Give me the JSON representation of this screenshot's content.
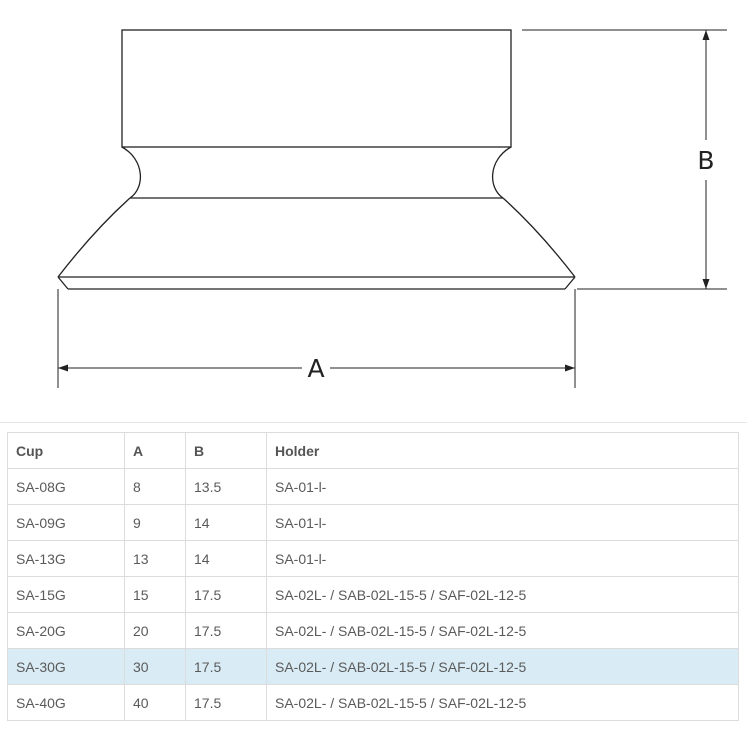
{
  "diagram": {
    "label_a": "A",
    "label_b": "B"
  },
  "table": {
    "headers": [
      "Cup",
      "A",
      "B",
      "Holder"
    ],
    "rows": [
      [
        "SA-08G",
        "8",
        "13.5",
        "SA-01-l-"
      ],
      [
        "SA-09G",
        "9",
        "14",
        "SA-01-l-"
      ],
      [
        "SA-13G",
        "13",
        "14",
        "SA-01-l-"
      ],
      [
        "SA-15G",
        "15",
        "17.5",
        "SA-02L- / SAB-02L-15-5 / SAF-02L-12-5"
      ],
      [
        "SA-20G",
        "20",
        "17.5",
        "SA-02L- / SAB-02L-15-5 / SAF-02L-12-5"
      ],
      [
        "SA-30G",
        "30",
        "17.5",
        "SA-02L- / SAB-02L-15-5 / SAF-02L-12-5"
      ],
      [
        "SA-40G",
        "40",
        "17.5",
        "SA-02L- / SAB-02L-15-5 / SAF-02L-12-5"
      ]
    ],
    "highlight_color": "#d9ecf5"
  }
}
